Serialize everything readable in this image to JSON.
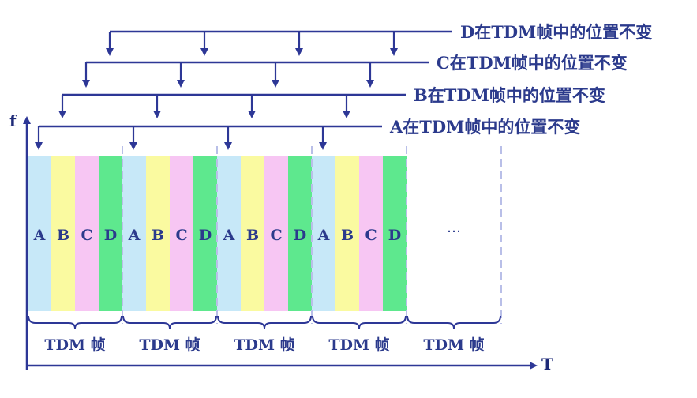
{
  "axes": {
    "f_label": "f",
    "t_label": "T"
  },
  "channels": [
    "A",
    "B",
    "C",
    "D"
  ],
  "slot_colors": [
    "#c7e8f8",
    "#fafaa0",
    "#f7c6f3",
    "#5ee88e"
  ],
  "line_color": "#2d3796",
  "frame_label": "TDM 帧",
  "frame_count": 5,
  "filled_frames": 4,
  "ellipsis": "…",
  "annotations": [
    {
      "channel": "D",
      "text": "D在TDM帧中的位置不变"
    },
    {
      "channel": "C",
      "text": "C在TDM帧中的位置不变"
    },
    {
      "channel": "B",
      "text": "B在TDM帧中的位置不变"
    },
    {
      "channel": "A",
      "text": "A在TDM帧中的位置不变"
    }
  ]
}
